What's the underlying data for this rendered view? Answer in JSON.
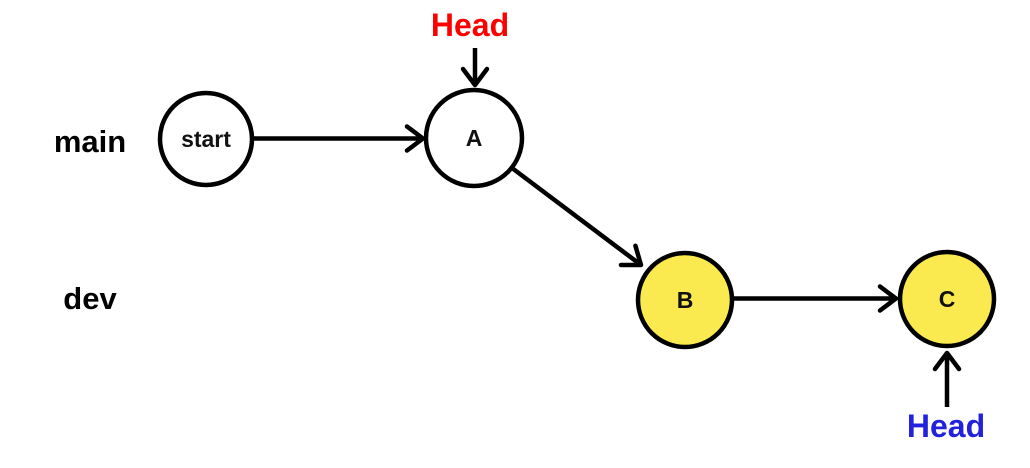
{
  "diagram": {
    "branches": [
      {
        "name": "main"
      },
      {
        "name": "dev"
      }
    ],
    "commits": [
      {
        "label": "start",
        "branch": "main",
        "fill": "#ffffff"
      },
      {
        "label": "A",
        "branch": "main",
        "fill": "#ffffff"
      },
      {
        "label": "B",
        "branch": "dev",
        "fill": "#fae94f"
      },
      {
        "label": "C",
        "branch": "dev",
        "fill": "#fae94f"
      }
    ],
    "edges": [
      {
        "from": "start",
        "to": "A"
      },
      {
        "from": "A",
        "to": "B"
      },
      {
        "from": "B",
        "to": "C"
      }
    ],
    "head_pointers": [
      {
        "label": "Head",
        "target": "A",
        "position": "above",
        "color": "#ff0000"
      },
      {
        "label": "Head",
        "target": "C",
        "position": "below",
        "color": "#2222dd"
      }
    ]
  },
  "colors": {
    "background": "#ffffff",
    "stroke": "#000000",
    "commit_fill_default": "#ffffff",
    "commit_fill_highlight": "#fae94f",
    "head_main_color": "#ff0000",
    "head_dev_color": "#2222dd"
  }
}
